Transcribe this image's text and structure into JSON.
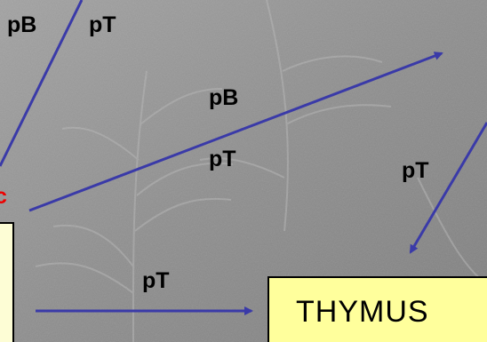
{
  "labels": {
    "top_left_pb": "pB",
    "top_left_pt": "pT",
    "middle_pb": "pB",
    "middle_pt": "pT",
    "right_pt": "pT",
    "bottom_pt": "pT",
    "red_partial": "c"
  },
  "thymus_box": {
    "label": "THYMUS"
  },
  "colors": {
    "arrow": "#3a3aa8",
    "label_red": "#ee0000",
    "thymus_fill": "#ffff9c",
    "left_box_fill": "#fdfdd5",
    "background": "#8f8f8f"
  }
}
